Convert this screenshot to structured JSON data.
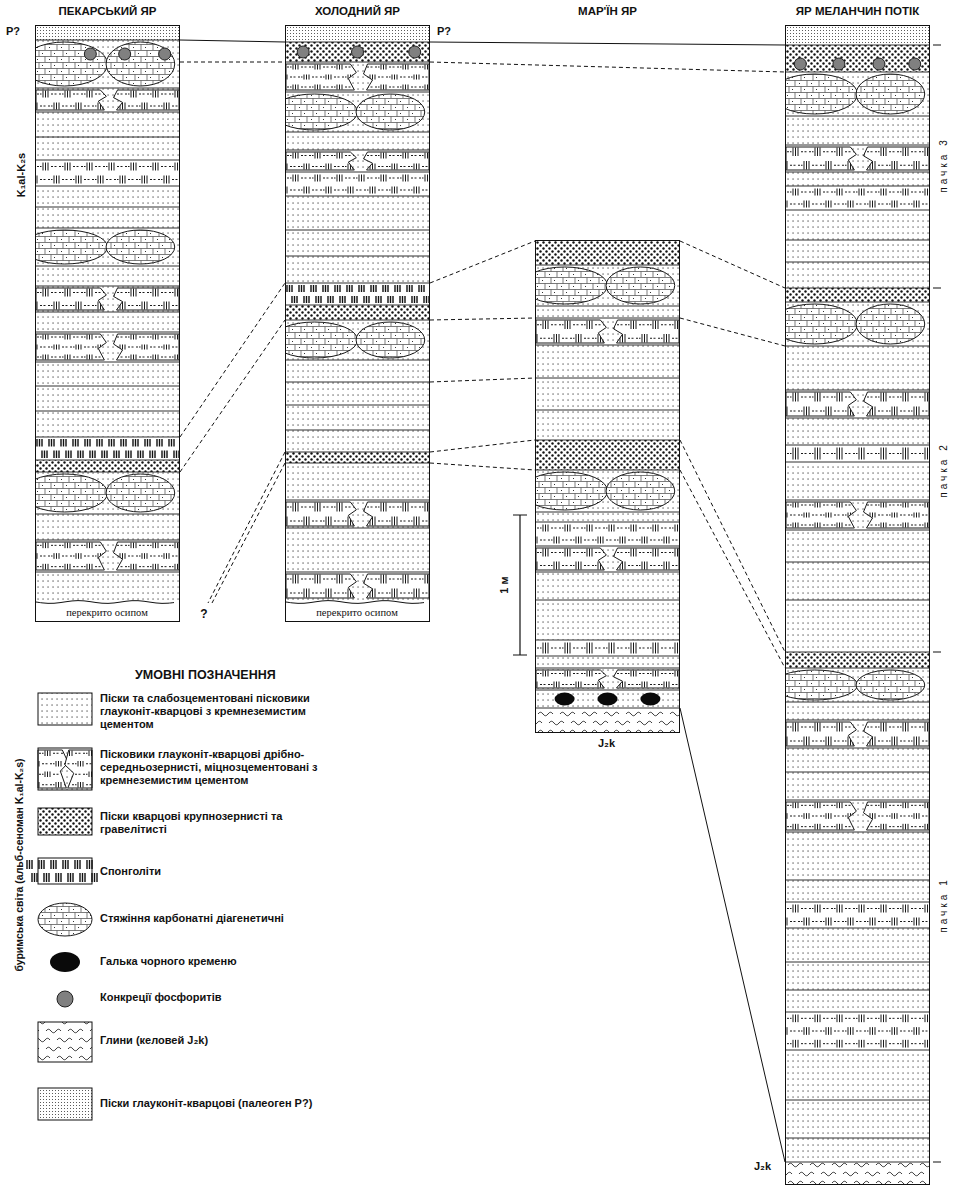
{
  "diagram": {
    "nodes": [
      {
        "text": [
          "ПЕКАРСЬКИЙ ЯР"
        ]
      },
      {
        "text": [
          "ХОЛОДНИЙ ЯР"
        ]
      },
      {
        "text": [
          "МАР'ЇН ЯР"
        ]
      },
      {
        "text": [
          "ЯР МЕЛАНЧИН ПОТІК"
        ]
      }
    ],
    "edges": [
      {
        "from": 0,
        "to": 1,
        "arrow": "none"
      },
      {
        "from": 0,
        "to": 1,
        "arrow": "none"
      },
      {
        "from": 0,
        "to": 1,
        "arrow": "none"
      },
      {
        "from": 0,
        "to": 1,
        "arrow": "none"
      },
      {
        "from": 1,
        "to": 3,
        "arrow": "none"
      },
      {
        "from": 1,
        "to": 3,
        "arrow": "none"
      },
      {
        "from": 1,
        "to": 2,
        "arrow": "none"
      },
      {
        "from": 1,
        "to": 2,
        "arrow": "none"
      },
      {
        "from": 1,
        "to": 2,
        "arrow": "none"
      },
      {
        "from": 1,
        "to": 2,
        "arrow": "none"
      },
      {
        "from": 1,
        "to": 2,
        "arrow": "none"
      },
      {
        "from": 2,
        "to": 3,
        "arrow": "none"
      },
      {
        "from": 2,
        "to": 3,
        "arrow": "none"
      },
      {
        "from": 2,
        "to": 3,
        "arrow": "none"
      },
      {
        "from": 2,
        "to": 3,
        "arrow": "none"
      },
      {
        "from": 2,
        "to": 3,
        "arrow": "none"
      }
    ],
    "labels": [
      "Р?",
      "Р?",
      "K₁al-K₂s",
      "перекрито осипом",
      "?",
      "перекрито осипом",
      "1 м",
      "J₂k",
      "пачка 3",
      "пачка 2",
      "пачка 1",
      "J₂k",
      "УМОВНІ ПОЗНАЧЕННЯ",
      "буримська світа (альб-сеноман K₁al-K₂s)"
    ],
    "legend": [
      {
        "text": "Піски та слабозцементовані пісковики глауконіт-кварцові з кремнеземистим цементом"
      },
      {
        "text": "Пісковики глауконіт-кварцові дрібно-середньозернисті, міцнозцементовані з кремнеземистим цементом"
      },
      {
        "text": "Піски кварцові крупнозернисті та гравелітисті"
      },
      {
        "text": "Спонголіти"
      },
      {
        "text": "Стяжіння карбонатні діагенетичні"
      },
      {
        "text": "Галька чорного кременю"
      },
      {
        "text": "Конкреції фосфоритів"
      },
      {
        "text": "Глини (келовей J₂k)"
      },
      {
        "text": "Піски глауконіт-кварцові (палеоген Р?)"
      }
    ]
  }
}
